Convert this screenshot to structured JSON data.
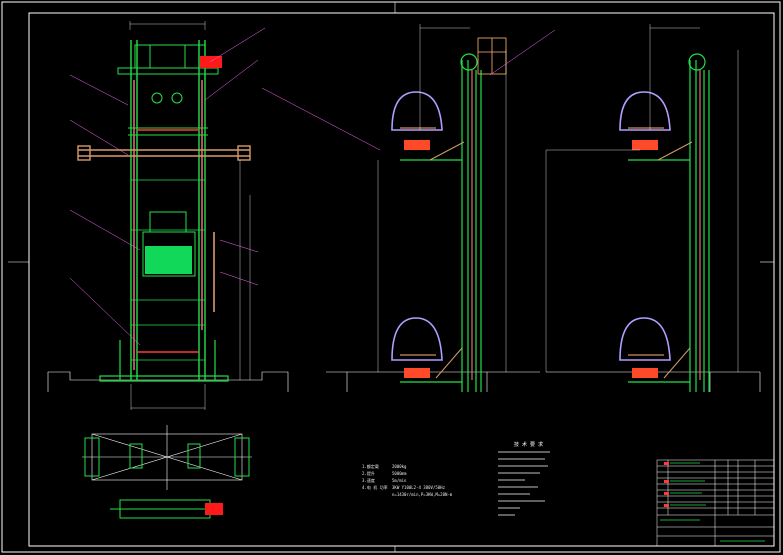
{
  "drawing": {
    "colors": {
      "background": "#000000",
      "frame": "#ffffff",
      "structure": "#22e04a",
      "chain": "#e06a6a",
      "motor": "#ff1a1a",
      "bracket": "#d79a6a",
      "car_body": "#b59cff",
      "platform": "#ff4a2a",
      "dimension": "#ffffff",
      "leader": "#ff66ff",
      "fill_block": "#12d85a",
      "railing": "#ffb36b"
    },
    "views": [
      "front-elevation",
      "side-elevation-left",
      "side-elevation-right",
      "plan-view"
    ],
    "notes_title": "技 术 要 求",
    "spec_labels": [
      "1.额定载",
      "2.提升",
      "3.速度",
      "4.电 机 功率"
    ],
    "spec_values": [
      "2000kg",
      "5000mm",
      "5m/min",
      "3KW  Y100L2-4  380V/50Hz"
    ],
    "spec_line5": "n=1430r/min,P=3KW,M=20N·m",
    "title_block_rows": 9
  }
}
